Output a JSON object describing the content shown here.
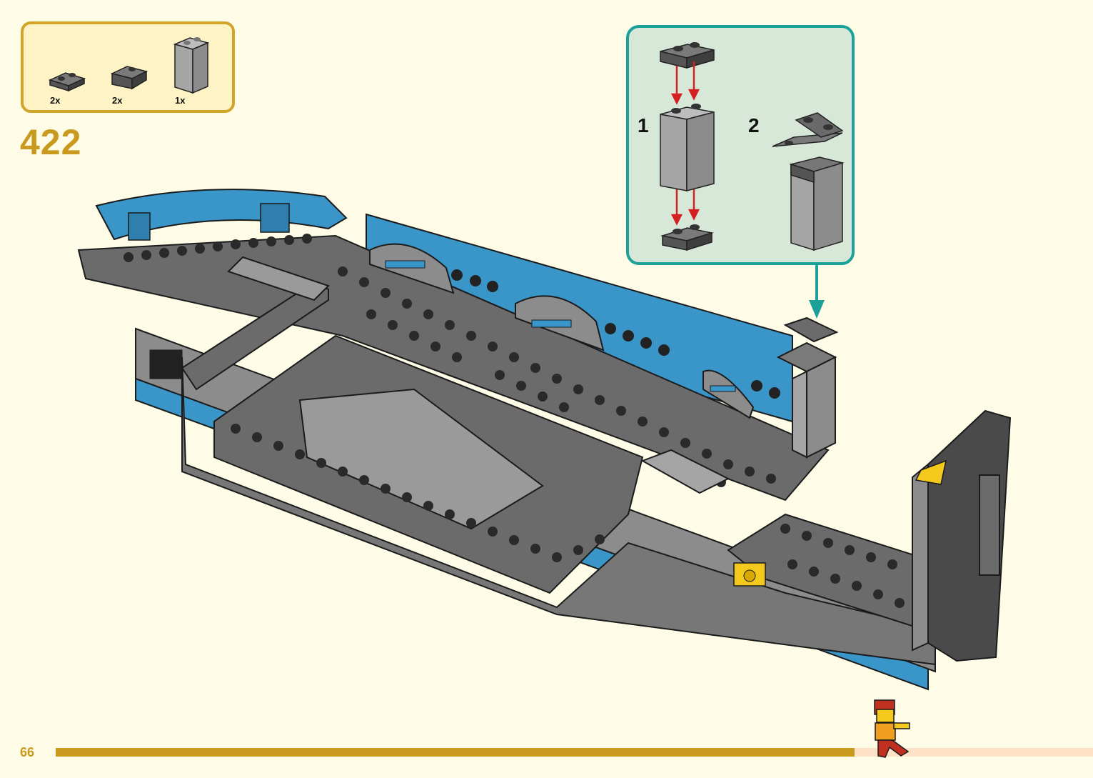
{
  "colors": {
    "accent_gold": "#c99a1e",
    "callout_teal": "#1ea09a",
    "callout_bg": "#d8e8d8",
    "parts_bg": "#fdf3c5",
    "page_bg": "#fefce6",
    "brick_dark_gray": "#6b6b6b",
    "brick_light_gray": "#a8a8a8",
    "brick_blue": "#3a95c8",
    "arrow_red": "#d42020"
  },
  "parts_list": {
    "items": [
      {
        "part": "plate-1x2-dark-gray",
        "quantity": "2x"
      },
      {
        "part": "slope-brick-dark-gray",
        "quantity": "2x"
      },
      {
        "part": "brick-1x2x3-light-gray",
        "quantity": "1x"
      }
    ]
  },
  "step": {
    "number": "422"
  },
  "callout": {
    "substeps": [
      "1",
      "2"
    ],
    "arrow_icons": [
      "red-down-arrow-icon",
      "teal-down-arrow-icon"
    ]
  },
  "footer": {
    "page_number": "66",
    "progress": 0.77
  }
}
